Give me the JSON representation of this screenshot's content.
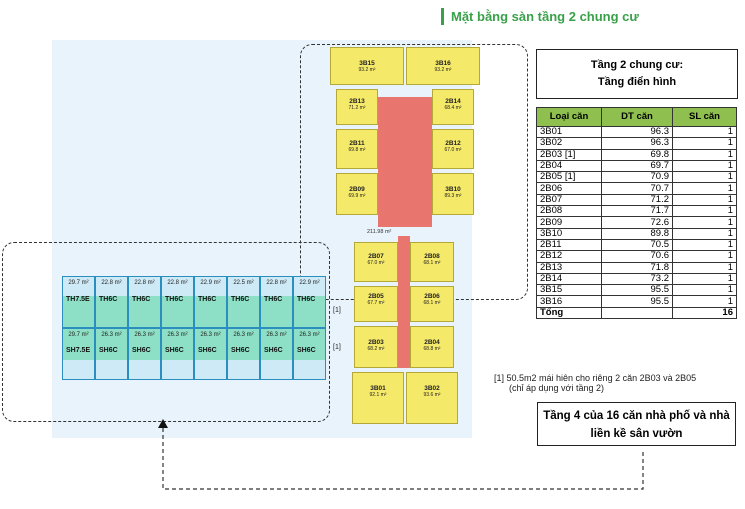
{
  "title": "Mặt bằng sàn tầng 2 chung cư",
  "info_box": {
    "line1": "Tầng 2 chung cư:",
    "line2": "Tầng điển hình"
  },
  "table": {
    "headers": [
      "Loại căn",
      "DT căn",
      "SL căn"
    ],
    "rows": [
      [
        "3B01",
        "96.3",
        "1"
      ],
      [
        "3B02",
        "96.3",
        "1"
      ],
      [
        "2B03 [1]",
        "69.8",
        "1"
      ],
      [
        "2B04",
        "69.7",
        "1"
      ],
      [
        "2B05 [1]",
        "70.9",
        "1"
      ],
      [
        "2B06",
        "70.7",
        "1"
      ],
      [
        "2B07",
        "71.2",
        "1"
      ],
      [
        "2B08",
        "71.7",
        "1"
      ],
      [
        "2B09",
        "72.6",
        "1"
      ],
      [
        "3B10",
        "89.8",
        "1"
      ],
      [
        "2B11",
        "70.5",
        "1"
      ],
      [
        "2B12",
        "70.6",
        "1"
      ],
      [
        "2B13",
        "71.8",
        "1"
      ],
      [
        "2B14",
        "73.2",
        "1"
      ],
      [
        "3B15",
        "95.5",
        "1"
      ],
      [
        "3B16",
        "95.5",
        "1"
      ]
    ],
    "total_label": "Tổng",
    "total_value": "16"
  },
  "note": {
    "line1": "[1] 50.5m2 mái hiên cho riêng 2 căn 2B03 và 2B05",
    "line2": "(chỉ áp dụng với tầng 2)"
  },
  "cta": {
    "line1": "Tầng 4 của 16 căn nhà phố và nhà",
    "line2": "liền kề sân vườn"
  },
  "plan": {
    "units_top": [
      {
        "name": "3B15",
        "area": "93.2 m²"
      },
      {
        "name": "3B16",
        "area": "93.2 m²"
      },
      {
        "name": "2B13",
        "area": "71.2 m²"
      },
      {
        "name": "2B14",
        "area": "68.4 m²"
      },
      {
        "name": "2B11",
        "area": "69.8 m²"
      },
      {
        "name": "2B12",
        "area": "67.0 m²"
      },
      {
        "name": "2B09",
        "area": "69.9 m²"
      },
      {
        "name": "3B10",
        "area": "89.3 m²"
      }
    ],
    "units_bottom": [
      {
        "name": "2B07",
        "area": "67.0 m²"
      },
      {
        "name": "2B08",
        "area": "68.1 m²"
      },
      {
        "name": "2B05",
        "area": "67.7 m²"
      },
      {
        "name": "2B06",
        "area": "68.1 m²"
      },
      {
        "name": "2B03",
        "area": "68.2 m²"
      },
      {
        "name": "2B04",
        "area": "68.8 m²"
      },
      {
        "name": "3B01",
        "area": "92.1 m²"
      },
      {
        "name": "3B02",
        "area": "93.6 m²"
      }
    ],
    "corridor_area": "211.98 m²",
    "shophouse_top": [
      {
        "name": "TH7.5E",
        "area": "29.7 m²"
      },
      {
        "name": "TH6C",
        "area": "22.8 m²"
      },
      {
        "name": "TH6C",
        "area": "22.8 m²"
      },
      {
        "name": "TH6C",
        "area": "22.8 m²"
      },
      {
        "name": "TH6C",
        "area": "22.9 m²"
      },
      {
        "name": "TH6C",
        "area": "22.5 m²"
      },
      {
        "name": "TH6C",
        "area": "22.8 m²"
      },
      {
        "name": "TH6C",
        "area": "22.9 m²"
      }
    ],
    "shophouse_bottom": [
      {
        "name": "SH7.5E",
        "area": "29.7 m²"
      },
      {
        "name": "SH6C",
        "area": "26.3 m²"
      },
      {
        "name": "SH6C",
        "area": "26.3 m²"
      },
      {
        "name": "SH6C",
        "area": "26.3 m²"
      },
      {
        "name": "SH6C",
        "area": "26.3 m²"
      },
      {
        "name": "SH6C",
        "area": "26.3 m²"
      },
      {
        "name": "SH6C",
        "area": "26.3 m²"
      },
      {
        "name": "SH6C",
        "area": "26.3 m²"
      }
    ],
    "footnote_marks": [
      "[1]",
      "[1]"
    ]
  }
}
